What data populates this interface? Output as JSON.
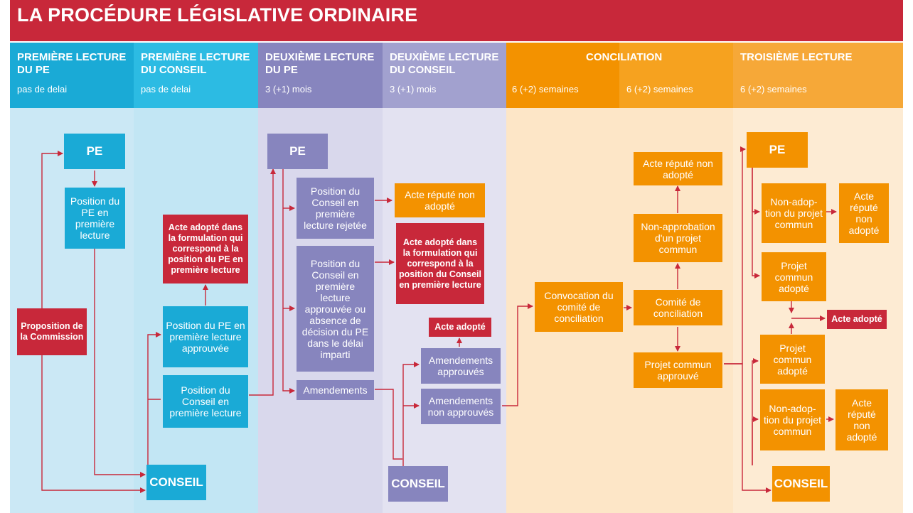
{
  "title": "LA PROCÉDURE LÉGISLATIVE ORDINAIRE",
  "colors": {
    "cyan": "#1aaad6",
    "purple": "#8785be",
    "orange": "#f39200",
    "red": "#c8283a"
  },
  "columns": [
    {
      "heading": "PREMIÈRE LECTURE DU PE",
      "sub": "pas de delai"
    },
    {
      "heading": "PREMIÈRE LECTURE DU CONSEIL",
      "sub": "pas de delai"
    },
    {
      "heading": "DEUXIÈME LECTURE DU PE",
      "sub": "3 (+1) mois"
    },
    {
      "heading": "DEUXIÈME LECTURE DU CONSEIL",
      "sub": "3 (+1) mois"
    },
    {
      "heading": "CONCILIATION",
      "sub": "6 (+2) semaines",
      "sub2": "6 (+2) semaines"
    },
    {
      "heading": "TROISIÈME LECTURE",
      "sub": "6 (+2) semaines"
    }
  ],
  "nodes": {
    "pe1": "PE",
    "position_pe": "Position du PE en première lecture",
    "proposition": "Proposition de la Commission",
    "conseil1": "CONSEIL",
    "acte_adopte_pe": "Acte adopté dans la formulation qui correspond à la position du PE en première lecture",
    "position_pe_approuvee": "Position du PE en première lecture approuvée",
    "position_conseil": "Position du Conseil en première lecture",
    "pe2": "PE",
    "position_conseil_rejetee": "Position du Conseil en première lecture rejetée",
    "position_conseil_approuvee": "Position du Conseil en première lecture approuvée ou absence de décision du PE dans le délai imparti",
    "amendements": "Amendements",
    "acte_repute_non_adopte_2": "Acte réputé non adopté",
    "acte_adopte_conseil": "Acte adopté dans la formulation qui correspond à la position du Conseil en première lecture",
    "acte_adopte_2": "Acte adopté",
    "amendements_approuves": "Amendements approuvés",
    "amendements_non_approuves": "Amendements non approuvés",
    "conseil2": "CONSEIL",
    "convocation": "Convocation du comité de conciliation",
    "comite": "Comité de conciliation",
    "non_approbation": "Non-approbation d'un projet commun",
    "acte_repute_concil": "Acte réputé non adopté",
    "projet_commun_approuve": "Projet commun approuvé",
    "pe3": "PE",
    "non_adoption_pe": "Non-adop-tion du projet commun",
    "acte_repute_pe3": "Acte réputé non adopté",
    "projet_commun_adopte_pe": "Projet commun adopté",
    "acte_adopte_final": "Acte adopté",
    "projet_commun_adopte_conseil": "Projet commun adopté",
    "non_adoption_conseil": "Non-adop-tion du projet commun",
    "acte_repute_conseil3": "Acte réputé non adopté",
    "conseil3": "CONSEIL"
  }
}
